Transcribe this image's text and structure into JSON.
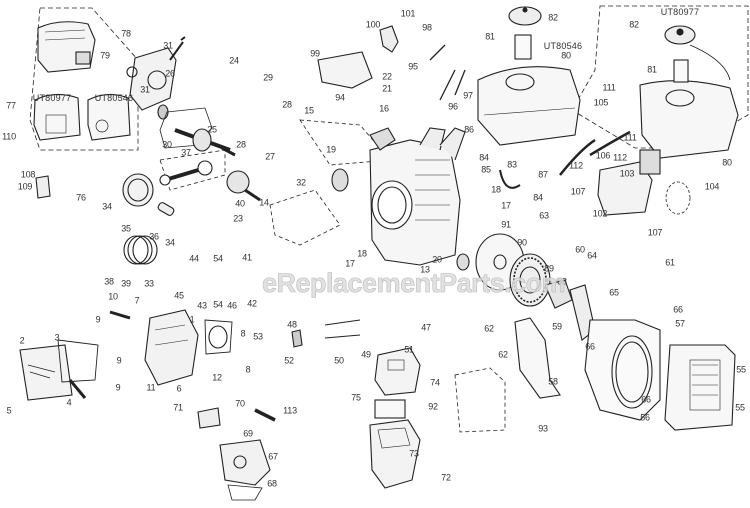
{
  "diagram": {
    "title": "",
    "watermark": "eReplacementParts.com",
    "model_labels": [
      {
        "id": "ut80977-left",
        "text": "UT80977"
      },
      {
        "id": "ut80546-left",
        "text": "UT80546"
      },
      {
        "id": "ut80546-tank",
        "text": "UT80546"
      },
      {
        "id": "ut80977-tank",
        "text": "UT80977"
      }
    ],
    "callouts": [
      "78",
      "79",
      "77",
      "110",
      "108",
      "109",
      "76",
      "31",
      "31",
      "26",
      "24",
      "29",
      "25",
      "30",
      "28",
      "28",
      "27",
      "37",
      "34",
      "35",
      "36",
      "34",
      "38",
      "39",
      "33",
      "100",
      "101",
      "98",
      "99",
      "94",
      "95",
      "97",
      "96",
      "22",
      "21",
      "16",
      "15",
      "19",
      "32",
      "40",
      "14",
      "23",
      "82",
      "81",
      "80",
      "86",
      "84",
      "83",
      "87",
      "85",
      "84",
      "17",
      "18",
      "18",
      "17",
      "13",
      "20",
      "82",
      "81",
      "111",
      "105",
      "111",
      "106",
      "112",
      "112",
      "103",
      "80",
      "107",
      "102",
      "104",
      "107",
      "91",
      "90",
      "89",
      "88",
      "63",
      "60",
      "64",
      "65",
      "61",
      "44",
      "54",
      "41",
      "45",
      "43",
      "54",
      "46",
      "42",
      "10",
      "7",
      "9",
      "9",
      "9",
      "2",
      "3",
      "1",
      "8",
      "8",
      "11",
      "12",
      "6",
      "5",
      "4",
      "71",
      "70",
      "53",
      "52",
      "48",
      "50",
      "49",
      "47",
      "51",
      "74",
      "75",
      "92",
      "73",
      "72",
      "113",
      "69",
      "67",
      "68",
      "93",
      "62",
      "59",
      "66",
      "57",
      "66",
      "62",
      "58",
      "66",
      "56",
      "55",
      "55"
    ]
  }
}
